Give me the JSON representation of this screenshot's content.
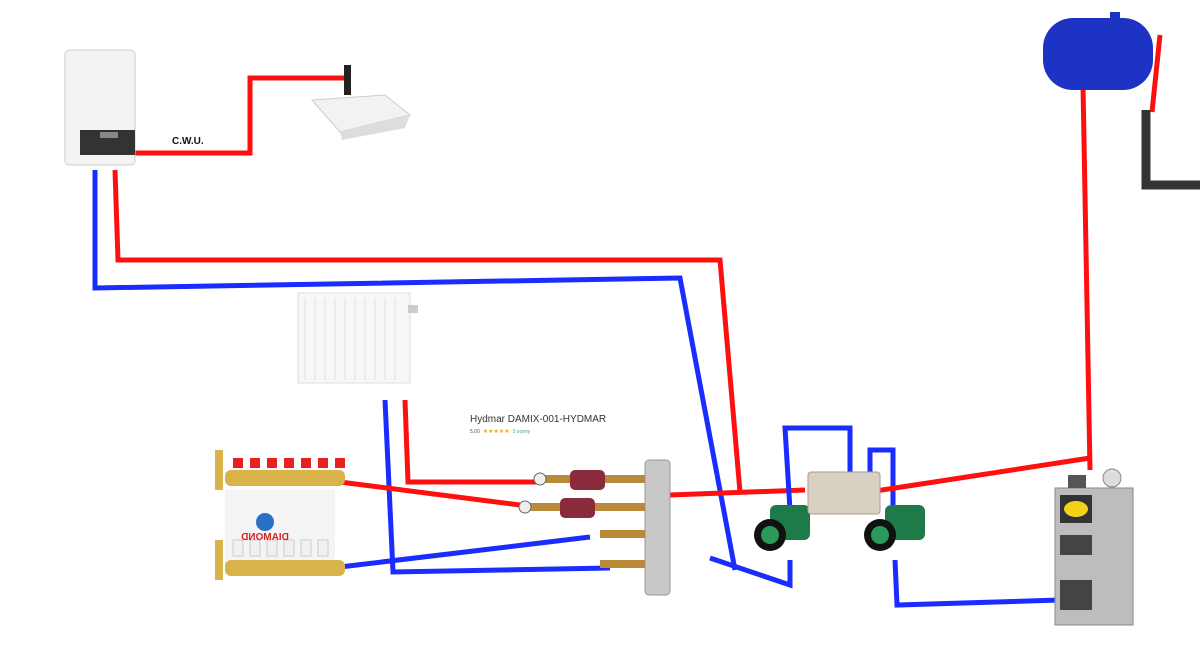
{
  "labels": {
    "cwu": "C.W.U.",
    "product_name": "Hydmar DAMIX-001-HYDMAR",
    "product_rating": "5,00",
    "product_stars": "★★★★★",
    "product_reviews": "3 oceny",
    "manifold_brand": "DIAMOND"
  },
  "colors": {
    "hot": "#ff1010",
    "cold": "#1a2cff",
    "dark": "#333333",
    "tank": "#1d33c4"
  }
}
